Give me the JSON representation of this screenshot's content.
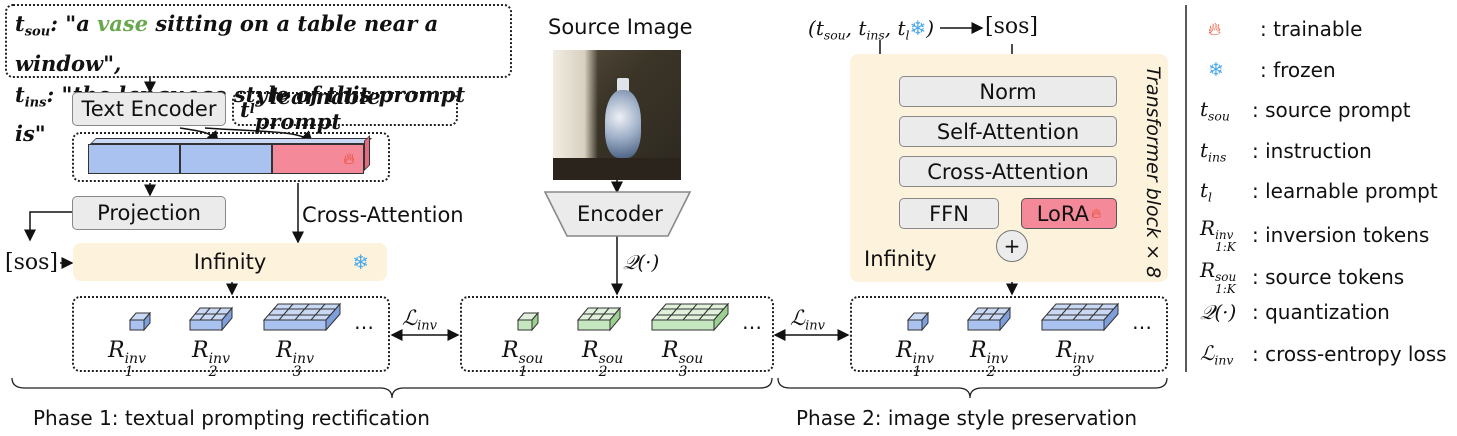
{
  "prompts": {
    "t_sou_label": "t",
    "t_sou_sub": "sou",
    "t_sou_pre": ": \"a ",
    "t_sou_keyword": "vase",
    "t_sou_post": " sitting on a table near a window\",",
    "t_ins_label": "t",
    "t_ins_sub": "ins",
    "t_ins_text": ": \"the language style of this prompt is\"",
    "t_l_label": "t",
    "t_l_sub": "l",
    "t_l_text": ": learnable prompt"
  },
  "phase1": {
    "text_encoder": "Text Encoder",
    "projection": "Projection",
    "cross_attention": "Cross-Attention",
    "sos": "[sos]",
    "infinity": "Infinity",
    "tokens": [
      {
        "base": "R",
        "sub": "1",
        "sup": "inv"
      },
      {
        "base": "R",
        "sub": "2",
        "sup": "inv"
      },
      {
        "base": "R",
        "sub": "3",
        "sup": "inv"
      }
    ],
    "ellipsis": "…",
    "label": "Phase 1: textual prompting rectification"
  },
  "center": {
    "source_image_title": "Source Image",
    "encoder": "Encoder",
    "quant_label": "𝒬(·)",
    "tokens": [
      {
        "base": "R",
        "sub": "1",
        "sup": "sou"
      },
      {
        "base": "R",
        "sub": "2",
        "sup": "sou"
      },
      {
        "base": "R",
        "sub": "3",
        "sup": "sou"
      }
    ],
    "ellipsis": "…"
  },
  "loss": {
    "base": "ℒ",
    "sub": "inv"
  },
  "phase2": {
    "input_tuple": "(t",
    "input_tuple_full": [
      "t",
      "sou",
      "t",
      "ins",
      "t",
      "l"
    ],
    "sos": "[sos]",
    "norm": "Norm",
    "self_attention": "Self-Attention",
    "cross_attention": "Cross-Attention",
    "ffn": "FFN",
    "lora": "LoRA",
    "plus": "+",
    "infinity": "Infinity",
    "transformer_label": "Transformer block × 8",
    "tokens": [
      {
        "base": "R",
        "sub": "1",
        "sup": "inv"
      },
      {
        "base": "R",
        "sub": "2",
        "sup": "inv"
      },
      {
        "base": "R",
        "sub": "3",
        "sup": "inv"
      }
    ],
    "ellipsis": "…",
    "label": "Phase 2: image style preservation"
  },
  "legend": [
    {
      "symbol_kind": "fire-icon",
      "text": ": trainable"
    },
    {
      "symbol_kind": "snowflake-icon",
      "text": ": frozen"
    },
    {
      "base": "t",
      "sub": "sou",
      "text": ": source prompt"
    },
    {
      "base": "t",
      "sub": "ins",
      "text": ": instruction"
    },
    {
      "base": "t",
      "sub": "l",
      "text": ": learnable prompt"
    },
    {
      "base": "R",
      "sub": "1:K",
      "sup": "inv",
      "text": ": inversion tokens"
    },
    {
      "base": "R",
      "sub": "1:K",
      "sup": "sou",
      "text": ": source tokens"
    },
    {
      "base": "𝒬(·)",
      "text": ": quantization"
    },
    {
      "base": "ℒ",
      "sub": "inv",
      "text": ": cross-entropy loss"
    }
  ],
  "colors": {
    "blue_token": "#a9c2f0",
    "green_token": "#c5e7bf",
    "red_token": "#f4899a",
    "yellow_bg": "#fdf2dc",
    "vase_green": "#6aa84f",
    "snow_blue": "#4aa8e8",
    "fire_red": "#e8401c"
  }
}
